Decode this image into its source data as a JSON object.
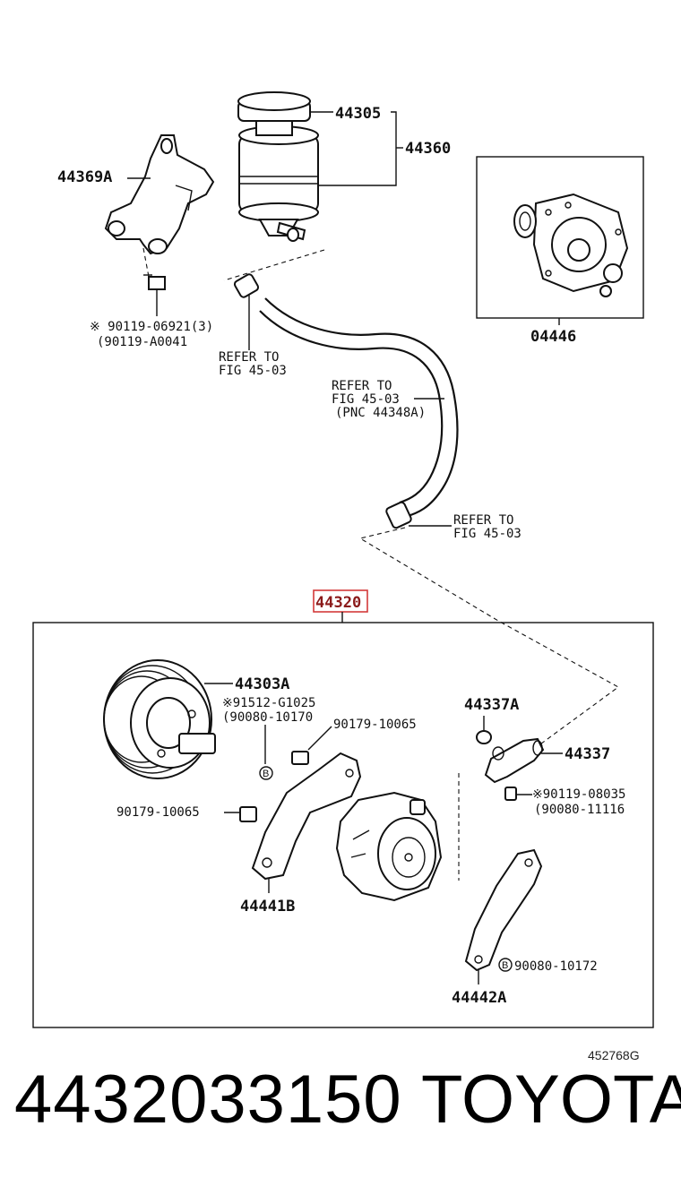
{
  "labels": {
    "p44305": "44305",
    "p44360": "44360",
    "p44369A": "44369A",
    "p04446": "04446",
    "bolt_top_1": "※ 90119-06921(3)",
    "bolt_top_2": "(90119-A0041",
    "ref1_line1": "REFER TO",
    "ref1_line2": "FIG 45-03",
    "ref2_line1": "REFER TO",
    "ref2_line2": "FIG 45-03",
    "ref2_line3": "(PNC 44348A)",
    "ref3_line1": "REFER TO",
    "ref3_line2": "FIG 45-03",
    "assembly": "44320",
    "p44303A": "44303A",
    "seal_1": "※91512-G1025",
    "seal_2": "(90080-10170",
    "nut_a": "90179-10065",
    "nut_b": "90179-10065",
    "p44337A": "44337A",
    "p44337": "44337",
    "bolt_mid_1": "※90119-08035",
    "bolt_mid_2": "(90080-11116",
    "p44441B": "44441B",
    "bolt_b": "90080-10172",
    "marker_b": "B",
    "p44442A": "44442A",
    "drawing_code": "452768G"
  },
  "caption": {
    "part_number": "4432033150",
    "brand": "TOYOTA"
  },
  "colors": {
    "highlight": "#d33a3a",
    "ink": "#111111"
  }
}
